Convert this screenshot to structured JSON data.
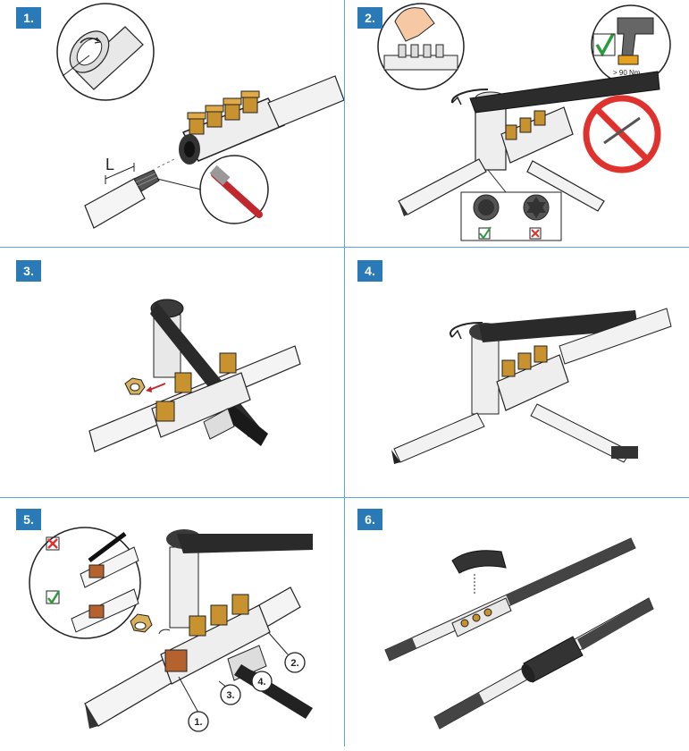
{
  "steps": [
    {
      "label": "1."
    },
    {
      "label": "2."
    },
    {
      "label": "3."
    },
    {
      "label": "4."
    },
    {
      "label": "5."
    },
    {
      "label": "6."
    }
  ],
  "step1": {
    "length_symbol": "L"
  },
  "step2": {
    "torque_label": "> 90 Nm"
  },
  "step5": {
    "callouts": [
      "1.",
      "2.",
      "3.",
      "4."
    ]
  },
  "colors": {
    "badge": "#2a7ab8",
    "divider": "#5aa9d6",
    "ok_green": "#2e9a3e",
    "no_red": "#e0322d",
    "brass": "#c8922f",
    "copper": "#b5622f"
  }
}
